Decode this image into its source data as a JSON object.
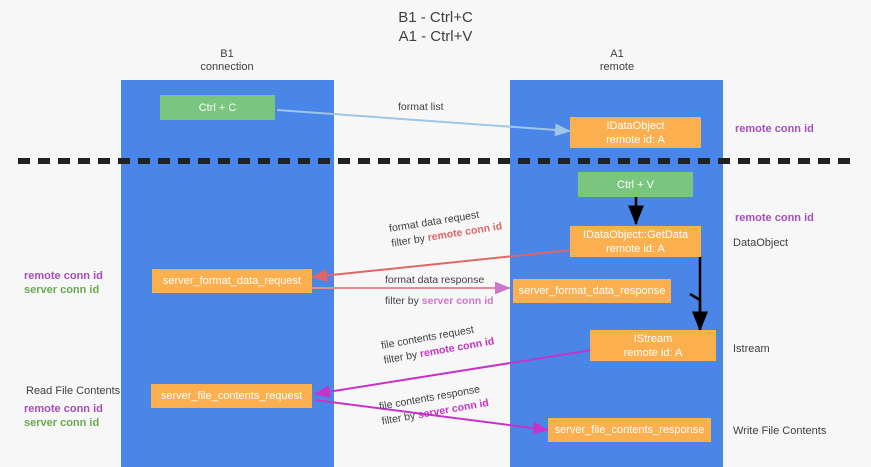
{
  "title": {
    "line1": "B1 - Ctrl+C",
    "line2": "A1 - Ctrl+V"
  },
  "columns": [
    {
      "name": "B1",
      "subtitle": "connection"
    },
    {
      "name": "A1",
      "subtitle": "remote"
    }
  ],
  "boxes": {
    "ctrl_c": {
      "label": "Ctrl + C"
    },
    "ctrl_v": {
      "label": "Ctrl + V"
    },
    "idataobject": {
      "line1": "IDataObject",
      "line2": "remote id: A"
    },
    "idataobject_getdata": {
      "line1": "IDataObject::GetData",
      "line2": "remote id: A"
    },
    "istream": {
      "line1": "IStream",
      "line2": "remote id: A"
    },
    "server_format_data_request": {
      "label": "server_format_data_request"
    },
    "server_format_data_response": {
      "label": "server_format_data_response"
    },
    "server_file_contents_request": {
      "label": "server_file_contents_request"
    },
    "server_file_contents_response": {
      "label": "server_file_contents_response"
    }
  },
  "edge_labels": {
    "format_list": {
      "line1": "format list"
    },
    "format_data_request": {
      "line1": "format data request",
      "line2_prefix": "filter by ",
      "line2_key": "remote conn id"
    },
    "format_data_response": {
      "line1": "format data response",
      "line2_prefix": "filter by ",
      "line2_key": "server conn id"
    },
    "file_contents_request": {
      "line1": "file contents request",
      "line2_prefix": "filter by ",
      "line2_key": "remote conn id"
    },
    "file_contents_response": {
      "line1": "file contents response",
      "line2_prefix": "filter by ",
      "line2_key": "server conn id"
    }
  },
  "annotations": {
    "right_top": {
      "label": "remote conn id"
    },
    "right_getdata": {
      "label": "remote conn id"
    },
    "right_dataobject": {
      "label": "DataObject"
    },
    "right_istream": {
      "label": "Istream"
    },
    "right_write_file": {
      "label": "Write File Contents"
    },
    "left_format": {
      "line1": "remote conn id",
      "line2": "server conn id"
    },
    "left_read_file_title": {
      "label": "Read File Contents"
    },
    "left_file": {
      "line1": "remote conn id",
      "line2": "server conn id"
    }
  },
  "colors": {
    "lane": "#4a86e8",
    "green_box": "#7ac67f",
    "orange_box": "#fbaf4f",
    "divider": "#222222",
    "arrow_blue": "#9fc5e8",
    "arrow_red": "#e06666",
    "arrow_pink": "#c978c9",
    "arrow_magenta": "#c832c8",
    "arrow_black": "#000000",
    "remote_conn_id": "#a64dbf",
    "server_conn_id": "#6aa84f"
  }
}
